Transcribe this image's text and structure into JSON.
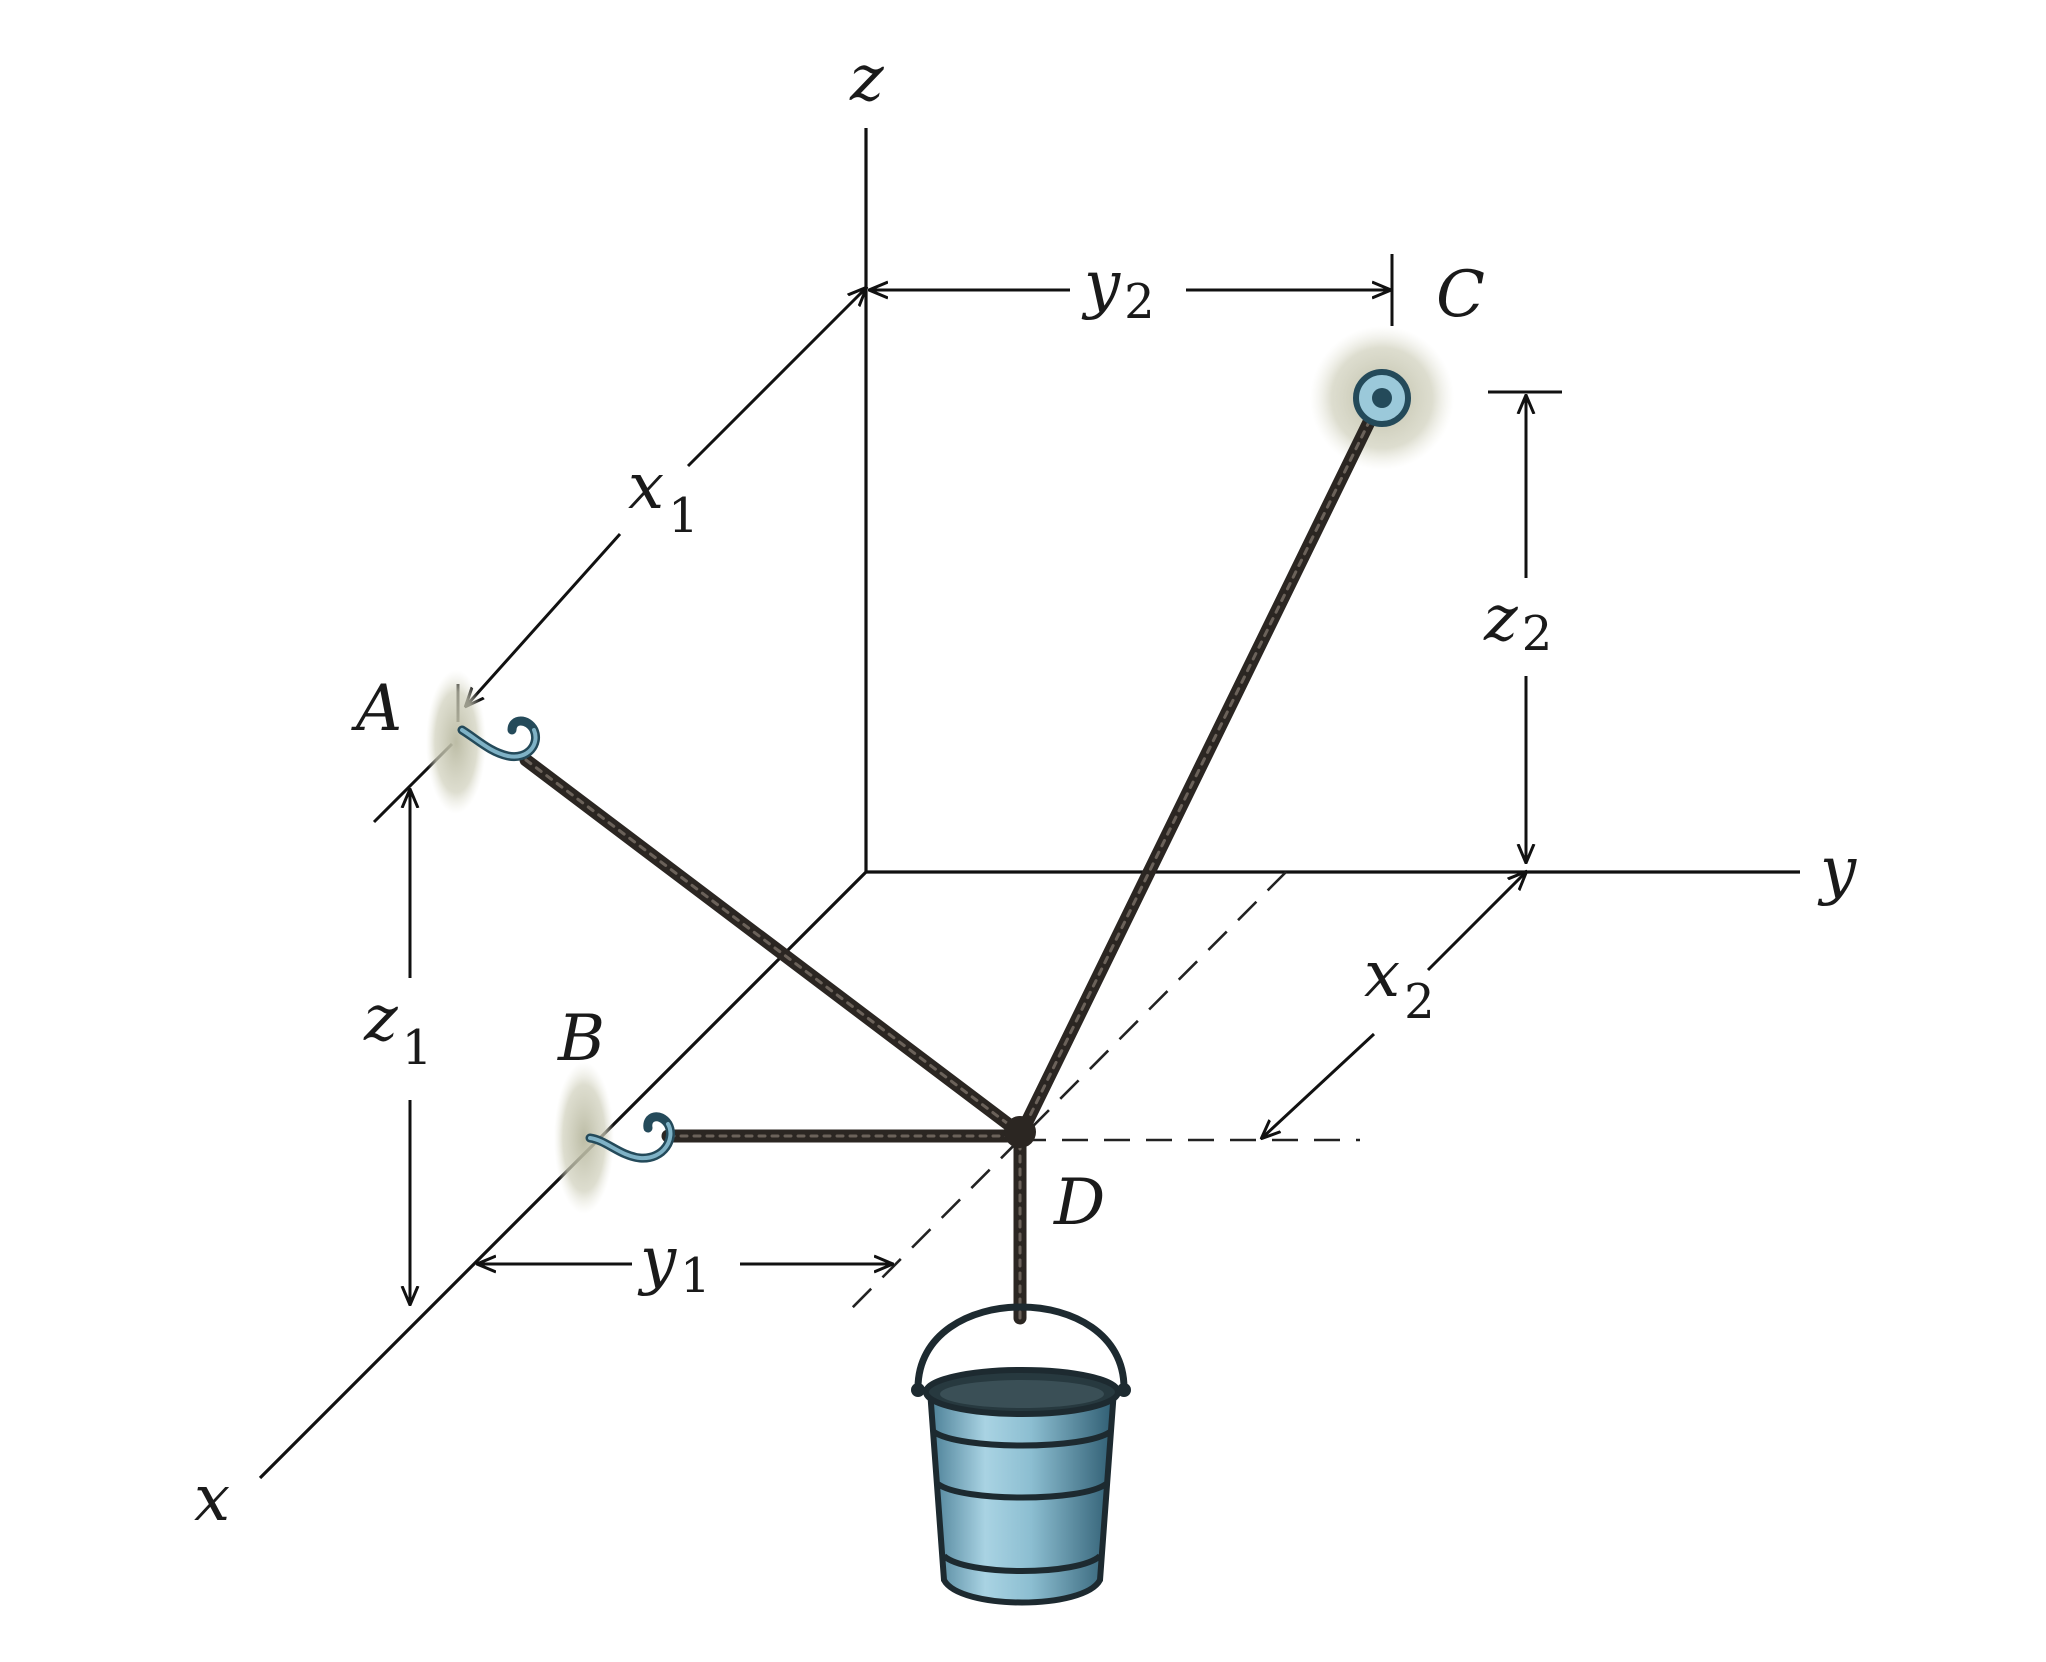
{
  "axes": {
    "x": "x",
    "y": "y",
    "z": "z"
  },
  "points": {
    "A": "A",
    "B": "B",
    "C": "C",
    "D": "D"
  },
  "dimensions": {
    "x1": {
      "base": "x",
      "sub": "1"
    },
    "x2": {
      "base": "x",
      "sub": "2"
    },
    "y1": {
      "base": "y",
      "sub": "1"
    },
    "y2": {
      "base": "y",
      "sub": "2"
    },
    "z1": {
      "base": "z",
      "sub": "1"
    },
    "z2": {
      "base": "z",
      "sub": "2"
    }
  },
  "colors": {
    "rope": "#2b2622",
    "bucket_body": "#8fbfd2",
    "bucket_dark": "#3d6f86",
    "hook": "#244a5a",
    "shadow": "#c9c9b4"
  }
}
